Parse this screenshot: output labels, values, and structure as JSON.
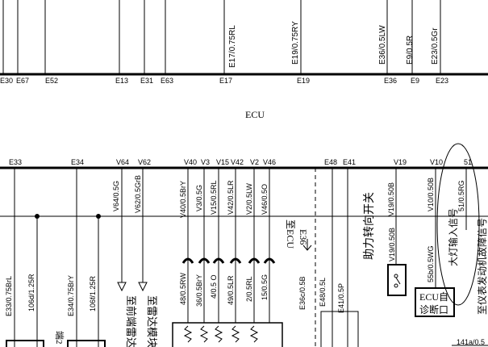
{
  "ecu_label": "ECU",
  "top_pins": [
    "E30",
    "E67",
    "E52",
    "E13",
    "E31",
    "E63",
    "E17",
    "E19",
    "E36",
    "E9",
    "E23"
  ],
  "top_wires": [
    "E17/0.75RL",
    "E19/0.75RY",
    "E36/0.5LW",
    "E9/0.5R",
    "E23/0.5Gr"
  ],
  "bottom_pins": [
    "E33",
    "E34",
    "V64",
    "V62",
    "V40",
    "V3",
    "V15",
    "V42",
    "V2",
    "V46",
    "E48",
    "E41",
    "V19",
    "V10",
    "51"
  ],
  "bottom_wires_upper": [
    "V64/0.5G",
    "V62/0.5GrB",
    "V40/0.5BrY",
    "V3/0.5G",
    "V15/0.5RL",
    "V42/0.5LR",
    "V2/0.5LW",
    "V46/0.5O",
    "V19/0.50B",
    "V10/0.50B",
    "51/0.5RG"
  ],
  "bottom_wires_lower": [
    "E33/0.75BrL",
    "106d/1.25R",
    "E34/0.75BrY",
    "106f/1.25R",
    "48/0.5RW",
    "36/0.5BrY",
    "4/0.5 O",
    "49/0.5LR",
    "2/0.5RL",
    "15/0.5G",
    "E36c/0.5B",
    "E48/0.5L",
    "E41/0.5P",
    "V19/0.50B",
    "55b/0.5WG",
    "141a/0.5"
  ],
  "chinese_labels": {
    "v64_target": "至前端雷达",
    "v62_target": "至雷达模块",
    "to_ecu": "至ECU",
    "to_ecu_pin": "E36",
    "power_steering_switch": "助力转向开关",
    "ecu_diag_line1": "ECU自",
    "ecu_diag_line2": "诊断口",
    "headlight_signal": "大灯输入信号",
    "fault_signal": "至仪表发动机故障信号",
    "left_partial": "端2"
  }
}
